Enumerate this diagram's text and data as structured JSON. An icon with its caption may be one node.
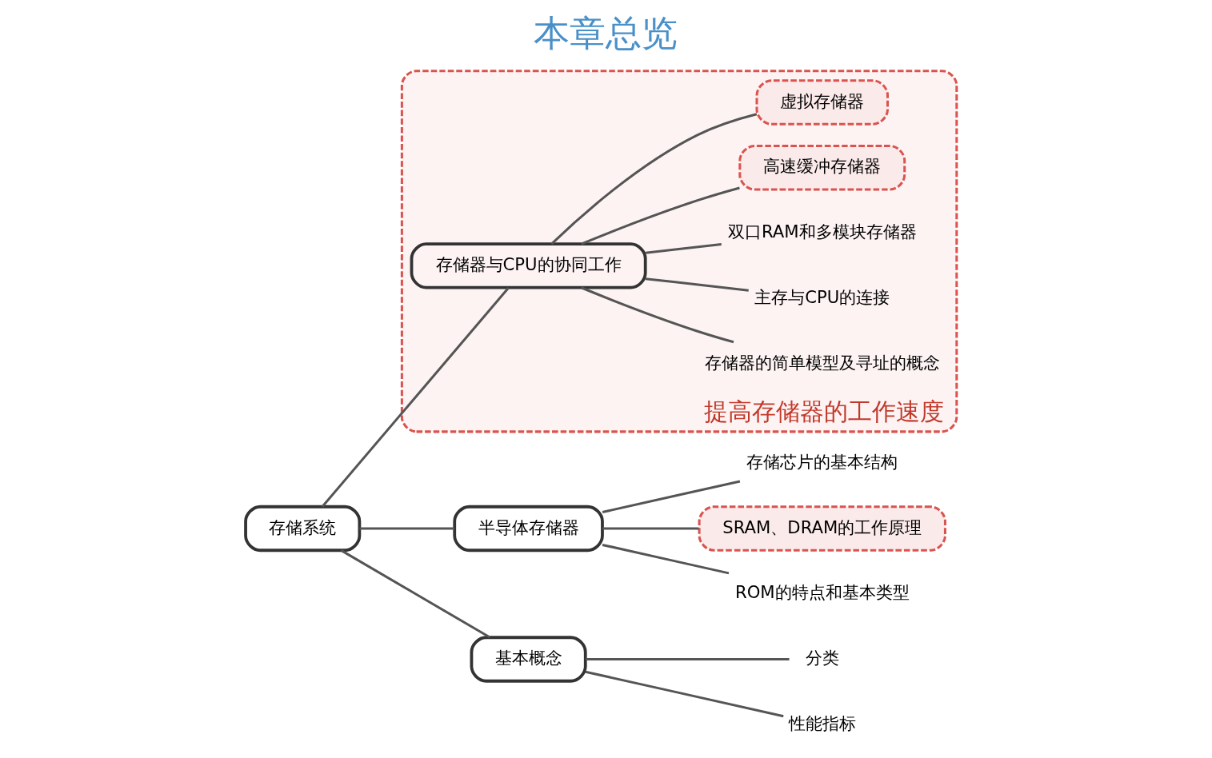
{
  "diagram": {
    "title": "本章总览",
    "nodes": [
      {
        "text": [
          "存储系统"
        ]
      },
      {
        "text": [
          "提高存储器的工作速度"
        ]
      },
      {
        "text": [
          "存储器与CPU的协同工作"
        ],
        "in": 1
      },
      {
        "text": [
          "存储器的简单模型及寻址的概念"
        ],
        "in": 1
      },
      {
        "text": [
          "主存与CPU的连接"
        ],
        "in": 1
      },
      {
        "text": [
          "双口RAM和多模块存储器"
        ],
        "in": 1
      },
      {
        "text": [
          "高速缓冲存储器"
        ],
        "in": 1
      },
      {
        "text": [
          "虚拟存储器"
        ],
        "in": 1
      },
      {
        "text": [
          "半导体存储器"
        ]
      },
      {
        "text": [
          "存储芯片的基本结构"
        ]
      },
      {
        "text": [
          "SRAM、DRAM的工作原理"
        ]
      },
      {
        "text": [
          "ROM的特点和基本类型"
        ]
      },
      {
        "text": [
          "基本概念"
        ]
      },
      {
        "text": [
          "分类"
        ]
      },
      {
        "text": [
          "性能指标"
        ]
      }
    ],
    "edges": [
      {
        "from": 0,
        "to": 2,
        "arrow": "none"
      },
      {
        "from": 2,
        "to": 3,
        "arrow": "none"
      },
      {
        "from": 2,
        "to": 4,
        "arrow": "none"
      },
      {
        "from": 2,
        "to": 5,
        "arrow": "none"
      },
      {
        "from": 2,
        "to": 6,
        "arrow": "none"
      },
      {
        "from": 2,
        "to": 7,
        "arrow": "none"
      },
      {
        "from": 0,
        "to": 8,
        "arrow": "none"
      },
      {
        "from": 8,
        "to": 9,
        "arrow": "none"
      },
      {
        "from": 8,
        "to": 10,
        "arrow": "none"
      },
      {
        "from": 8,
        "to": 11,
        "arrow": "none"
      },
      {
        "from": 0,
        "to": 12,
        "arrow": "none"
      },
      {
        "from": 12,
        "to": 13,
        "arrow": "none"
      },
      {
        "from": 12,
        "to": 14,
        "arrow": "none"
      }
    ]
  }
}
